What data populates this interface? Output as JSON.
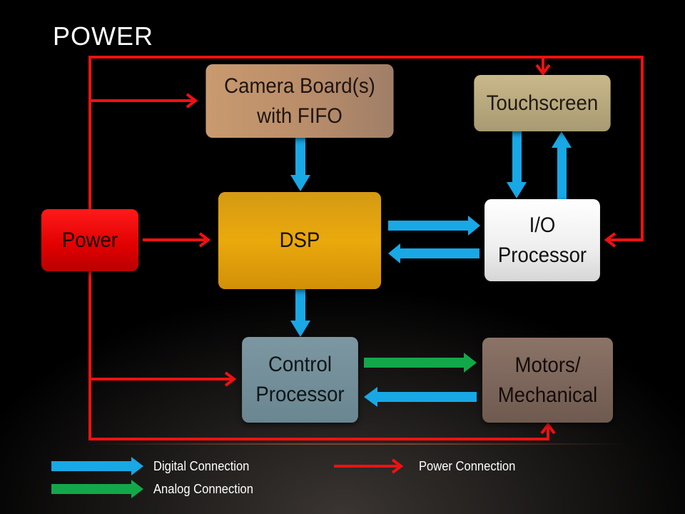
{
  "title": "POWER",
  "boxes": {
    "camera": {
      "line1": "Camera Board(s)",
      "line2": "with FIFO"
    },
    "touchscreen": {
      "label": "Touchscreen"
    },
    "dsp": {
      "label": "DSP"
    },
    "io": {
      "line1": "I/O",
      "line2": "Processor"
    },
    "power": {
      "label": "Power"
    },
    "control": {
      "line1": "Control",
      "line2": "Processor"
    },
    "motors": {
      "line1": "Motors/",
      "line2": "Mechanical"
    }
  },
  "legend": {
    "digital": "Digital Connection",
    "analog": "Analog Connection",
    "power": "Power Connection"
  },
  "colors": {
    "digital": "#18a8e6",
    "analog": "#12a84a",
    "power": "#ee1111"
  }
}
